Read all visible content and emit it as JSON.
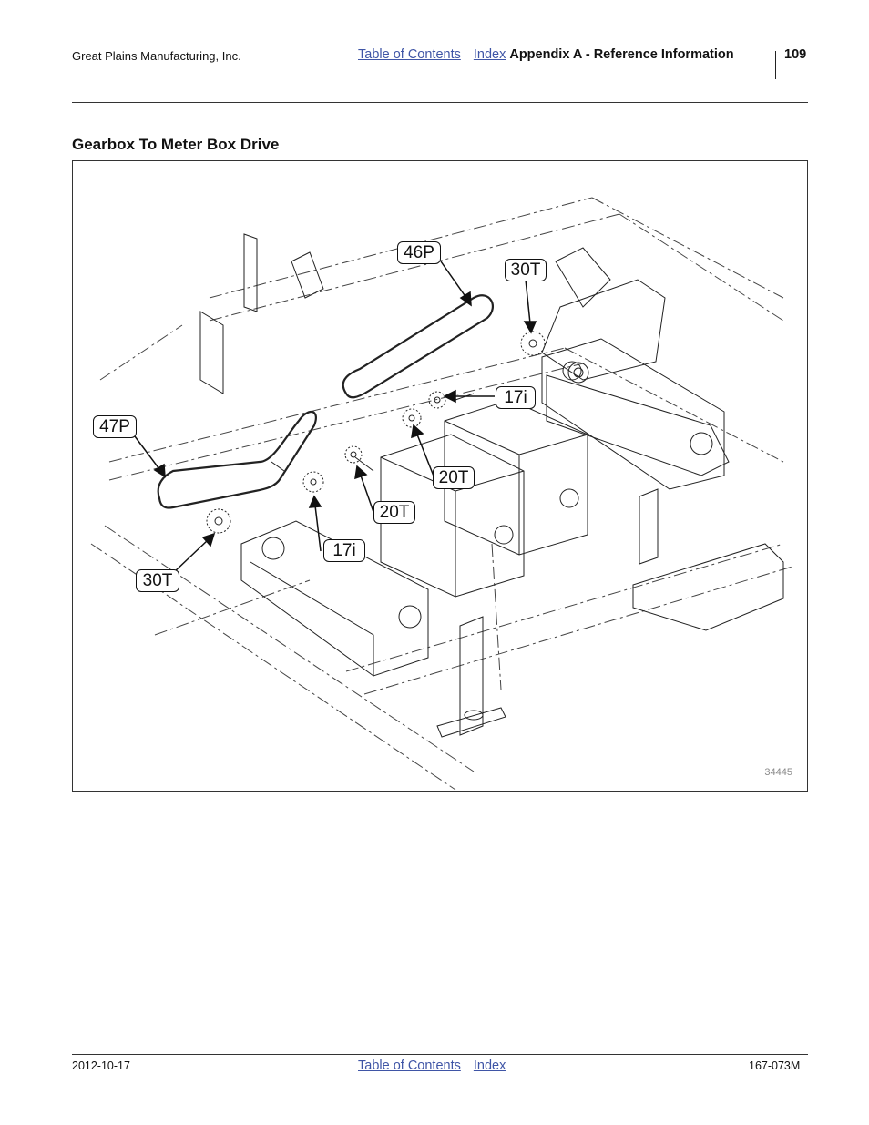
{
  "header": {
    "company": "Great Plains Manufacturing, Inc.",
    "toc_link": "Table of Contents",
    "index_link": "Index",
    "section": "Appendix A - Reference Information",
    "page_number": "109"
  },
  "title": "Gearbox To Meter Box Drive",
  "figure": {
    "number": "34445",
    "callouts": {
      "p46": "46P",
      "t30_top": "30T",
      "i17_right": "17i",
      "p47": "47P",
      "t20_upper": "20T",
      "t20_lower": "20T",
      "i17_left": "17i",
      "t30_bottom": "30T"
    }
  },
  "footer": {
    "date": "2012-10-17",
    "toc_link": "Table of Contents",
    "index_link": "Index",
    "doc_number": "167-073M"
  }
}
